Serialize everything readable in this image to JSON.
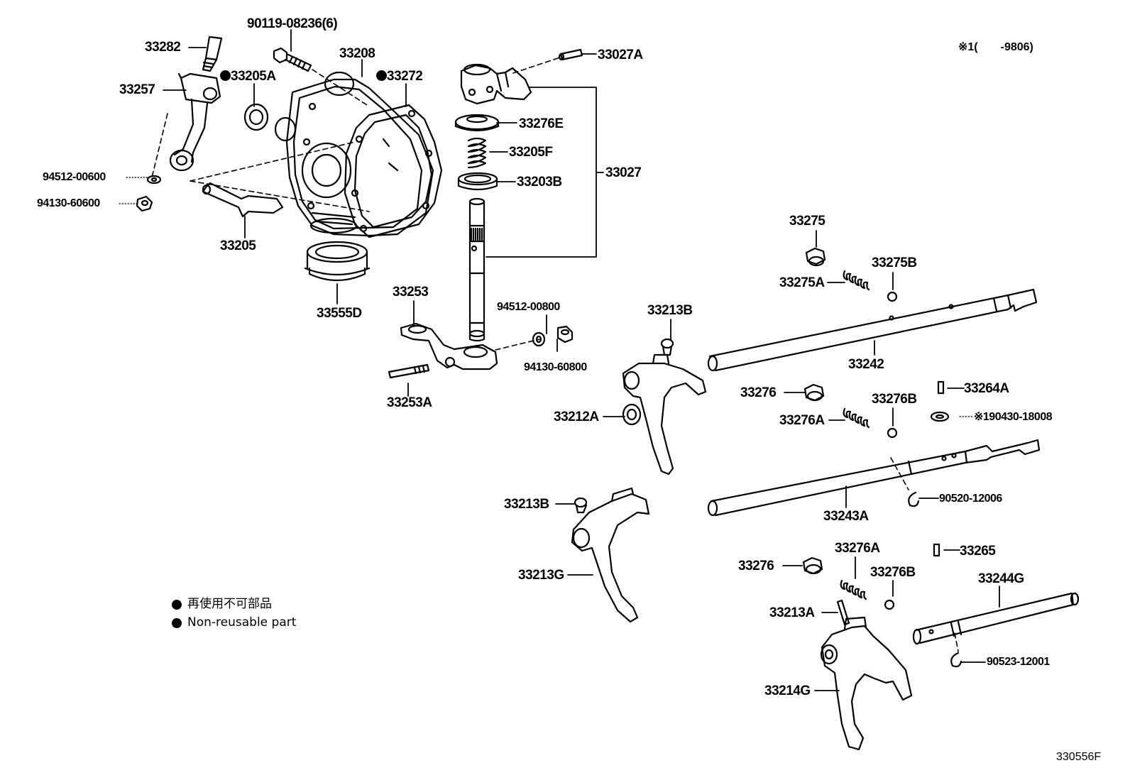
{
  "diagram_id": "330556F",
  "note": "※1(　　-9806)",
  "legend": {
    "jp": "再使用不可部品",
    "en": "Non-reusable part"
  },
  "labels": {
    "p90119": "90119-08236(6)",
    "p33282": "33282",
    "p33208": "33208",
    "p33027A": "33027A",
    "p33205A": "33205A",
    "p33272": "33272",
    "p33257": "33257",
    "p33276E": "33276E",
    "p33205F": "33205F",
    "p33027": "33027",
    "p33203B": "33203B",
    "p94512_600": "94512-00600",
    "p94130_600": "94130-60600",
    "p33205": "33205",
    "p33555D": "33555D",
    "p33253": "33253",
    "p94512_800": "94512-00800",
    "p94130_800": "94130-60800",
    "p33253A": "33253A",
    "p33275": "33275",
    "p33275B": "33275B",
    "p33275A": "33275A",
    "p33213B_top": "33213B",
    "p33242": "33242",
    "p33276_a": "33276",
    "p33264A": "33264A",
    "p33276B_a": "33276B",
    "p33276A_a": "33276A",
    "p190430": "※190430-18008",
    "p33212A": "33212A",
    "p90520": "90520-12006",
    "p33243A": "33243A",
    "p33213B_mid": "33213B",
    "p33213G": "33213G",
    "p33276A_b": "33276A",
    "p33265": "33265",
    "p33276_b": "33276",
    "p33276B_b": "33276B",
    "p33244G": "33244G",
    "p33213A": "33213A",
    "p90523": "90523-12001",
    "p33214G": "33214G"
  }
}
